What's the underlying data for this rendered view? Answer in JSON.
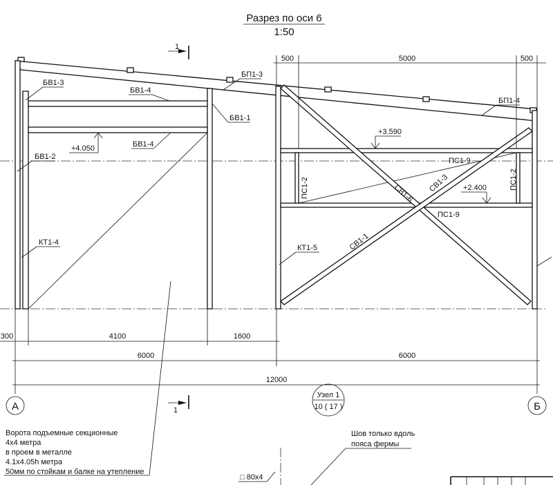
{
  "title": "Разрез по оси 6",
  "scale": "1:50",
  "section_mark": "1",
  "labels": {
    "bv1_3": "БВ1-3",
    "bv1_4_top": "БВ1-4",
    "bv1_4_bottom": "БВ1-4",
    "bv1_1": "БВ1-1",
    "bv1_2": "БВ1-2",
    "bp1_3": "БП1-3",
    "bp1_4": "БП1-4",
    "kt1_4": "КТ1-4",
    "kt1_5": "КТ1-5",
    "ps1_2_left": "ПС1-2",
    "ps1_2_right": "ПС1-2",
    "ps1_9_top": "ПС1-9",
    "ps1_9_bottom": "ПС1-9",
    "sv1_6": "СВ1-6",
    "sv1_3": "СВ1-3",
    "sv1_1": "СВ1-1"
  },
  "elevations": [
    "+4.050",
    "+3.590",
    "+2.400"
  ],
  "dimensions": {
    "top": [
      "500",
      "5000",
      "500"
    ],
    "row1": [
      "300",
      "4100",
      "1600"
    ],
    "row2": [
      "6000",
      "6000"
    ],
    "total": "12000"
  },
  "axes": [
    "А",
    "Б"
  ],
  "node": {
    "title": "Узел 1",
    "ref": "10 ( 17 )"
  },
  "notes": [
    "Ворота подъемные секционные",
    "4х4 метра",
    "в проем в металле",
    "4.1х4.05h метра",
    "50мм по стойкам и балке на утепление"
  ],
  "weld_note": [
    "Шов только вдоль",
    "пояса фермы"
  ],
  "profile": "□ 80х4"
}
